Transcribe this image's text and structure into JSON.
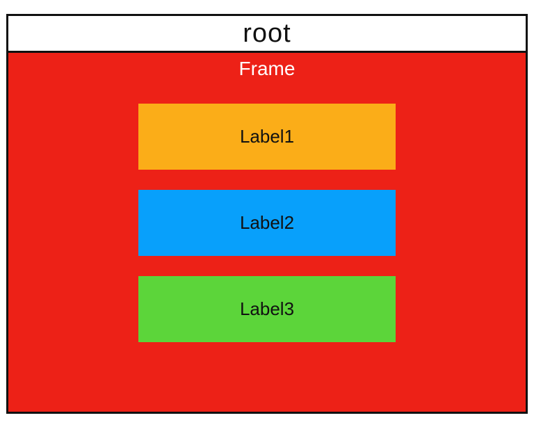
{
  "window": {
    "title": "root",
    "border_color": "#111111",
    "titlebar_bg": "#ffffff",
    "title_text_color": "#111111"
  },
  "frame": {
    "label": "Frame",
    "bg": "#ed2117",
    "label_color": "#ffffff"
  },
  "labels": [
    {
      "text": "Label1",
      "bg": "#fbad18",
      "text_color": "#111111"
    },
    {
      "text": "Label2",
      "bg": "#08a0fb",
      "text_color": "#111111"
    },
    {
      "text": "Label3",
      "bg": "#5cd53a",
      "text_color": "#111111"
    }
  ]
}
